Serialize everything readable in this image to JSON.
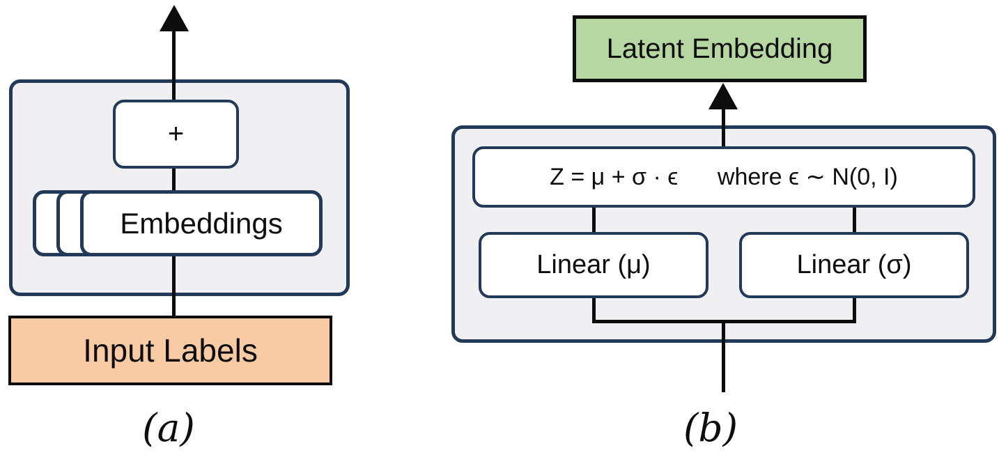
{
  "colors": {
    "navy": "#22395a",
    "panel-gray": "#f0f0f2",
    "orange": "#f8cba4",
    "green": "#b6d6a2",
    "ink": "#0d0d0d"
  },
  "panel_a": {
    "caption": "(a)",
    "plus_box_label": "+",
    "embeddings_box_label": "Embeddings",
    "input_box_label": "Input Labels"
  },
  "panel_b": {
    "caption": "(b)",
    "latent_box_label": "Latent Embedding",
    "formula_box_label": "Z = μ + σ · ϵ      where ϵ ∼ N(0, I)",
    "linear_mu_label": "Linear (μ)",
    "linear_sigma_label": "Linear (σ)"
  }
}
